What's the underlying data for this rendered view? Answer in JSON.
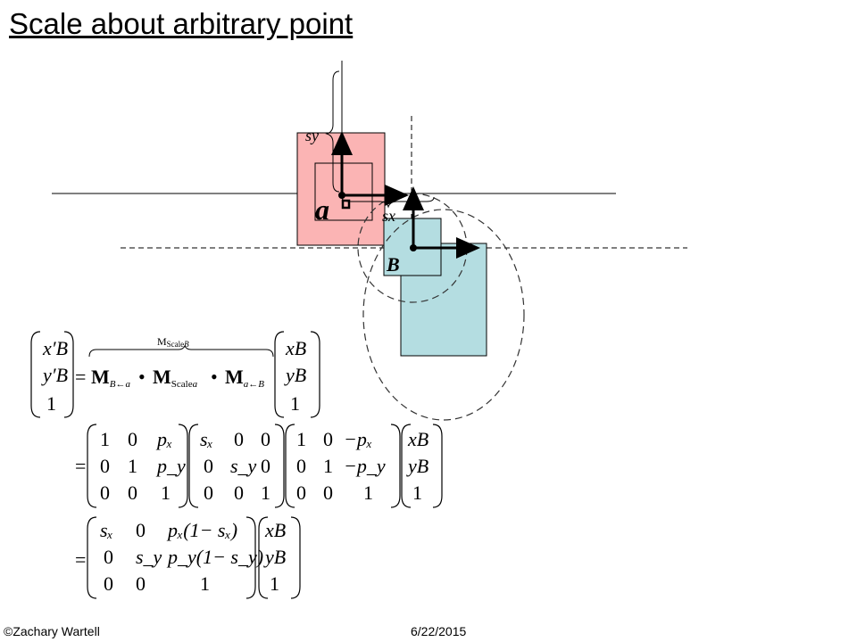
{
  "slide": {
    "title": "Scale about arbitrary point",
    "footer_author": "©Zachary Wartell",
    "footer_date": "6/22/2015"
  },
  "diagram": {
    "frame_a_label": "a",
    "frame_b_label": "B",
    "sy_label": "sy",
    "sx_label": "sx",
    "colors": {
      "pink": "#fbb4b4",
      "teal": "#b4dde1",
      "stroke": "#000000"
    }
  },
  "equations": {
    "m_label": "M",
    "m_sub": "Scale",
    "m_sub2": "B",
    "line1_lhs": [
      "x′B",
      "y′B",
      "1"
    ],
    "line1_rhs_vec": [
      "xB",
      "yB",
      "1"
    ],
    "line1_mid": "= M B←a • M Scale a • M a←B",
    "matrix_translate_fwd": [
      [
        "1",
        "0",
        "pₓ"
      ],
      [
        "0",
        "1",
        "p_y"
      ],
      [
        "0",
        "0",
        "1"
      ]
    ],
    "matrix_scale": [
      [
        "sₓ",
        "0",
        "0"
      ],
      [
        "0",
        "s_y",
        "0"
      ],
      [
        "0",
        "0",
        "1"
      ]
    ],
    "matrix_translate_back": [
      [
        "1",
        "0",
        "−pₓ"
      ],
      [
        "0",
        "1",
        "−p_y"
      ],
      [
        "0",
        "0",
        "1"
      ]
    ],
    "vec_b": [
      "xB",
      "yB",
      "1"
    ],
    "matrix_combined": [
      [
        "sₓ",
        "0",
        "pₓ(1− sₓ)"
      ],
      [
        "0",
        "s_y",
        "p_y(1− s_y)"
      ],
      [
        "0",
        "0",
        "1"
      ]
    ],
    "eq_sign": "="
  }
}
